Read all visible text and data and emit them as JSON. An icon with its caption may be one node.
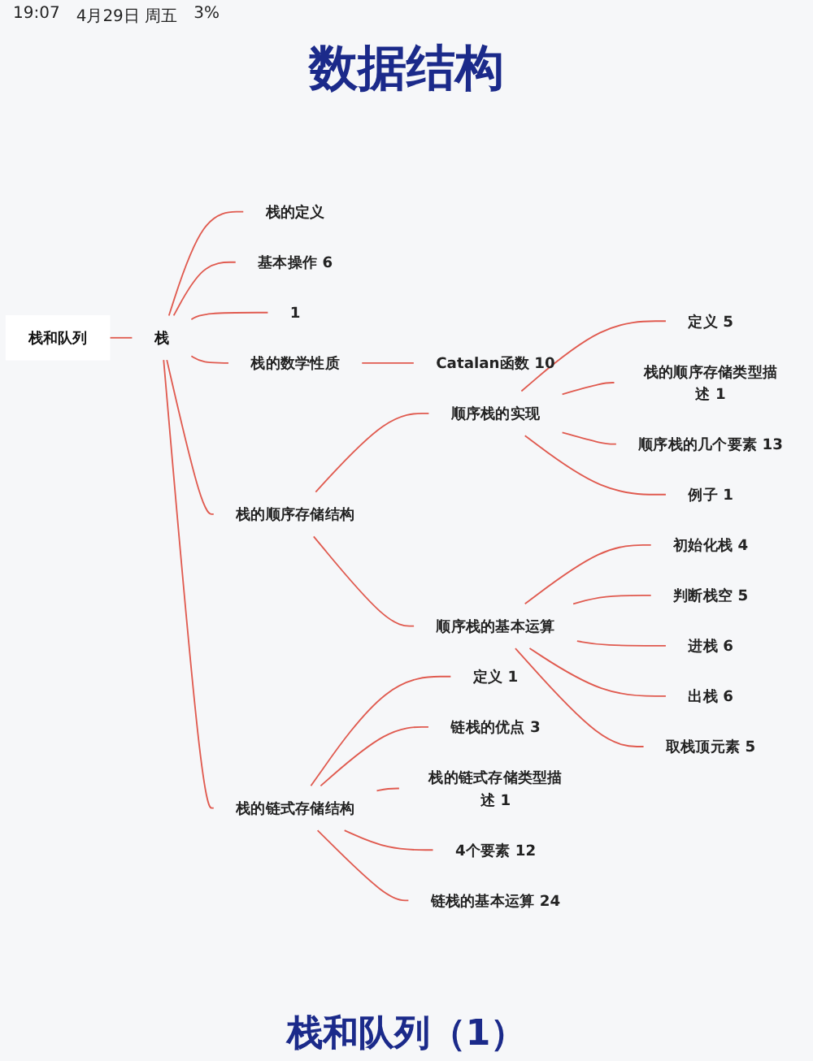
{
  "diagram": {
    "title": "数据结构",
    "nodes": [
      {
        "text": [
          "栈和队列"
        ]
      },
      {
        "text": [
          "栈"
        ]
      },
      {
        "text": [
          "栈的定义"
        ]
      },
      {
        "text": [
          "基本操作"
        ],
        "beside": [
          "6"
        ]
      },
      {
        "text": [
          "1"
        ]
      },
      {
        "text": [
          "栈的数学性质"
        ]
      },
      {
        "text": [
          "Catalan函数"
        ],
        "beside": [
          "10"
        ]
      },
      {
        "text": [
          "栈的顺序存储结构"
        ]
      },
      {
        "text": [
          "顺序栈的实现"
        ]
      },
      {
        "text": [
          "定义"
        ],
        "beside": [
          "5"
        ]
      },
      {
        "text": [
          "栈的顺序存储类型描述"
        ],
        "beside": [
          "1"
        ]
      },
      {
        "text": [
          "顺序栈的几个要素"
        ],
        "beside": [
          "13"
        ]
      },
      {
        "text": [
          "例子"
        ],
        "beside": [
          "1"
        ]
      },
      {
        "text": [
          "顺序栈的基本运算"
        ]
      },
      {
        "text": [
          "初始化栈"
        ],
        "beside": [
          "4"
        ]
      },
      {
        "text": [
          "判断栈空"
        ],
        "beside": [
          "5"
        ]
      },
      {
        "text": [
          "进栈"
        ],
        "beside": [
          "6"
        ]
      },
      {
        "text": [
          "出栈"
        ],
        "beside": [
          "6"
        ]
      },
      {
        "text": [
          "取栈顶元素"
        ],
        "beside": [
          "5"
        ]
      },
      {
        "text": [
          "栈的链式存储结构"
        ]
      },
      {
        "text": [
          "定义"
        ],
        "beside": [
          "1"
        ]
      },
      {
        "text": [
          "链栈的优点"
        ],
        "beside": [
          "3"
        ]
      },
      {
        "text": [
          "栈的链式存储类型描述"
        ],
        "beside": [
          "1"
        ]
      },
      {
        "text": [
          "4个要素"
        ],
        "beside": [
          "12"
        ]
      },
      {
        "text": [
          "链栈的基本运算"
        ],
        "beside": [
          "24"
        ]
      }
    ],
    "edges": [
      {
        "from": 0,
        "to": 1,
        "arrow": "none"
      },
      {
        "from": 1,
        "to": 2,
        "arrow": "none"
      },
      {
        "from": 1,
        "to": 3,
        "arrow": "none"
      },
      {
        "from": 1,
        "to": 4,
        "arrow": "none"
      },
      {
        "from": 1,
        "to": 5,
        "arrow": "none"
      },
      {
        "from": 5,
        "to": 6,
        "arrow": "none"
      },
      {
        "from": 1,
        "to": 7,
        "arrow": "none"
      },
      {
        "from": 7,
        "to": 8,
        "arrow": "none"
      },
      {
        "from": 8,
        "to": 9,
        "arrow": "none"
      },
      {
        "from": 8,
        "to": 10,
        "arrow": "none"
      },
      {
        "from": 8,
        "to": 11,
        "arrow": "none"
      },
      {
        "from": 8,
        "to": 12,
        "arrow": "none"
      },
      {
        "from": 7,
        "to": 13,
        "arrow": "none"
      },
      {
        "from": 13,
        "to": 14,
        "arrow": "none"
      },
      {
        "from": 13,
        "to": 15,
        "arrow": "none"
      },
      {
        "from": 13,
        "to": 16,
        "arrow": "none"
      },
      {
        "from": 13,
        "to": 17,
        "arrow": "none"
      },
      {
        "from": 13,
        "to": 18,
        "arrow": "none"
      },
      {
        "from": 1,
        "to": 19,
        "arrow": "none"
      },
      {
        "from": 19,
        "to": 20,
        "arrow": "none"
      },
      {
        "from": 19,
        "to": 21,
        "arrow": "none"
      },
      {
        "from": 19,
        "to": 22,
        "arrow": "none"
      },
      {
        "from": 19,
        "to": 23,
        "arrow": "none"
      },
      {
        "from": 19,
        "to": 24,
        "arrow": "none"
      }
    ],
    "labels": [
      "19:07",
      "4月29日 周五",
      "3%",
      "栈和队列（1）"
    ]
  }
}
